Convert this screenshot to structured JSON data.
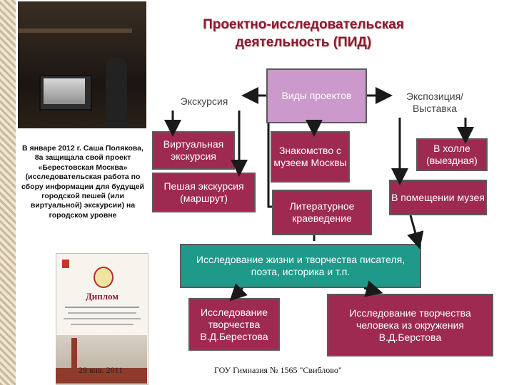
{
  "title": {
    "line1": "Проектно-исследовательская",
    "line2": "деятельность (ПИД)"
  },
  "caption": "В январе 2012 г. Саша Полякова, 8а защищала свой проект «Берестовская Москва» (исследовательская работа по сбору информации для будущей городской пешей (или виртуальной) экскурсии) на городском уровне",
  "nodes": {
    "excursion": "Экскурсия",
    "project_types": "Виды проектов",
    "exposition": "Экспозиция/ Выставка",
    "virtual_excursion": "Виртуальная экскурсия",
    "walking_excursion": "Пешая экскурсия (маршрут)",
    "museum_intro": "Знакомство с музеем Москвы",
    "literary_local": "Литературное краеведение",
    "hall": "В холле (выездная)",
    "museum_room": "В помещении музея",
    "life_research": "Исследование жизни и творчества писателя, поэта, историка и т.п.",
    "berestov_research": "Исследование творчества В.Д.Берестова",
    "environment_research": "Исследование творчества человека из окружения В.Д.Берстова"
  },
  "diploma": {
    "heading": "Диплом",
    "date": "29 янв. 2011"
  },
  "footer": "ГОУ Гимназия № 1565 \"Свиблово\"",
  "colors": {
    "title": "#8b1a2f",
    "maroon_box": "#9e2a52",
    "pink_box": "#cc99cc",
    "teal_box": "#1f9a8a",
    "arrow": "#1a1a1a"
  }
}
